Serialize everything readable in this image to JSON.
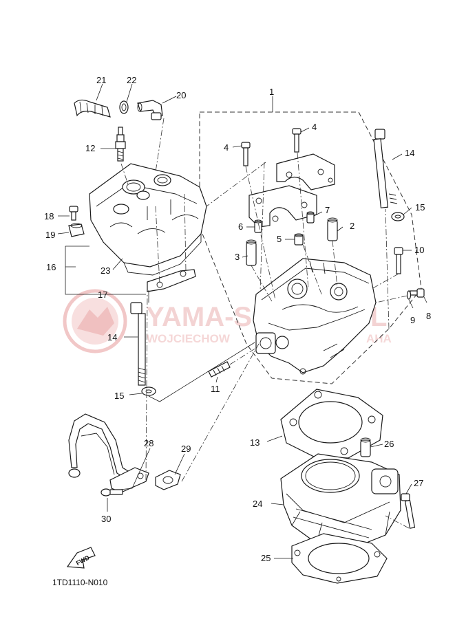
{
  "callouts": [
    {
      "id": "c1",
      "label": "1"
    },
    {
      "id": "c2",
      "label": "2"
    },
    {
      "id": "c3",
      "label": "3"
    },
    {
      "id": "c4a",
      "label": "4"
    },
    {
      "id": "c4b",
      "label": "4"
    },
    {
      "id": "c5",
      "label": "5"
    },
    {
      "id": "c6",
      "label": "6"
    },
    {
      "id": "c7",
      "label": "7"
    },
    {
      "id": "c8",
      "label": "8"
    },
    {
      "id": "c9",
      "label": "9"
    },
    {
      "id": "c10",
      "label": "10"
    },
    {
      "id": "c11",
      "label": "11"
    },
    {
      "id": "c12",
      "label": "12"
    },
    {
      "id": "c13",
      "label": "13"
    },
    {
      "id": "c14a",
      "label": "14"
    },
    {
      "id": "c14b",
      "label": "14"
    },
    {
      "id": "c15a",
      "label": "15"
    },
    {
      "id": "c15b",
      "label": "15"
    },
    {
      "id": "c16",
      "label": "16"
    },
    {
      "id": "c17",
      "label": "17"
    },
    {
      "id": "c18",
      "label": "18"
    },
    {
      "id": "c19",
      "label": "19"
    },
    {
      "id": "c20",
      "label": "20"
    },
    {
      "id": "c21",
      "label": "21"
    },
    {
      "id": "c22",
      "label": "22"
    },
    {
      "id": "c23",
      "label": "23"
    },
    {
      "id": "c24",
      "label": "24"
    },
    {
      "id": "c25",
      "label": "25"
    },
    {
      "id": "c26",
      "label": "26"
    },
    {
      "id": "c27",
      "label": "27"
    },
    {
      "id": "c28",
      "label": "28"
    },
    {
      "id": "c29",
      "label": "29"
    },
    {
      "id": "c30",
      "label": "30"
    }
  ],
  "fwd_label": "FWD",
  "diagram_code": "1TD1110-N010",
  "watermark": {
    "brand": "YAMA-S",
    "brand_tail": "L",
    "subline": "WOJCIECHOW",
    "subline_tail": "AHA",
    "color": "#e8a0a0"
  }
}
